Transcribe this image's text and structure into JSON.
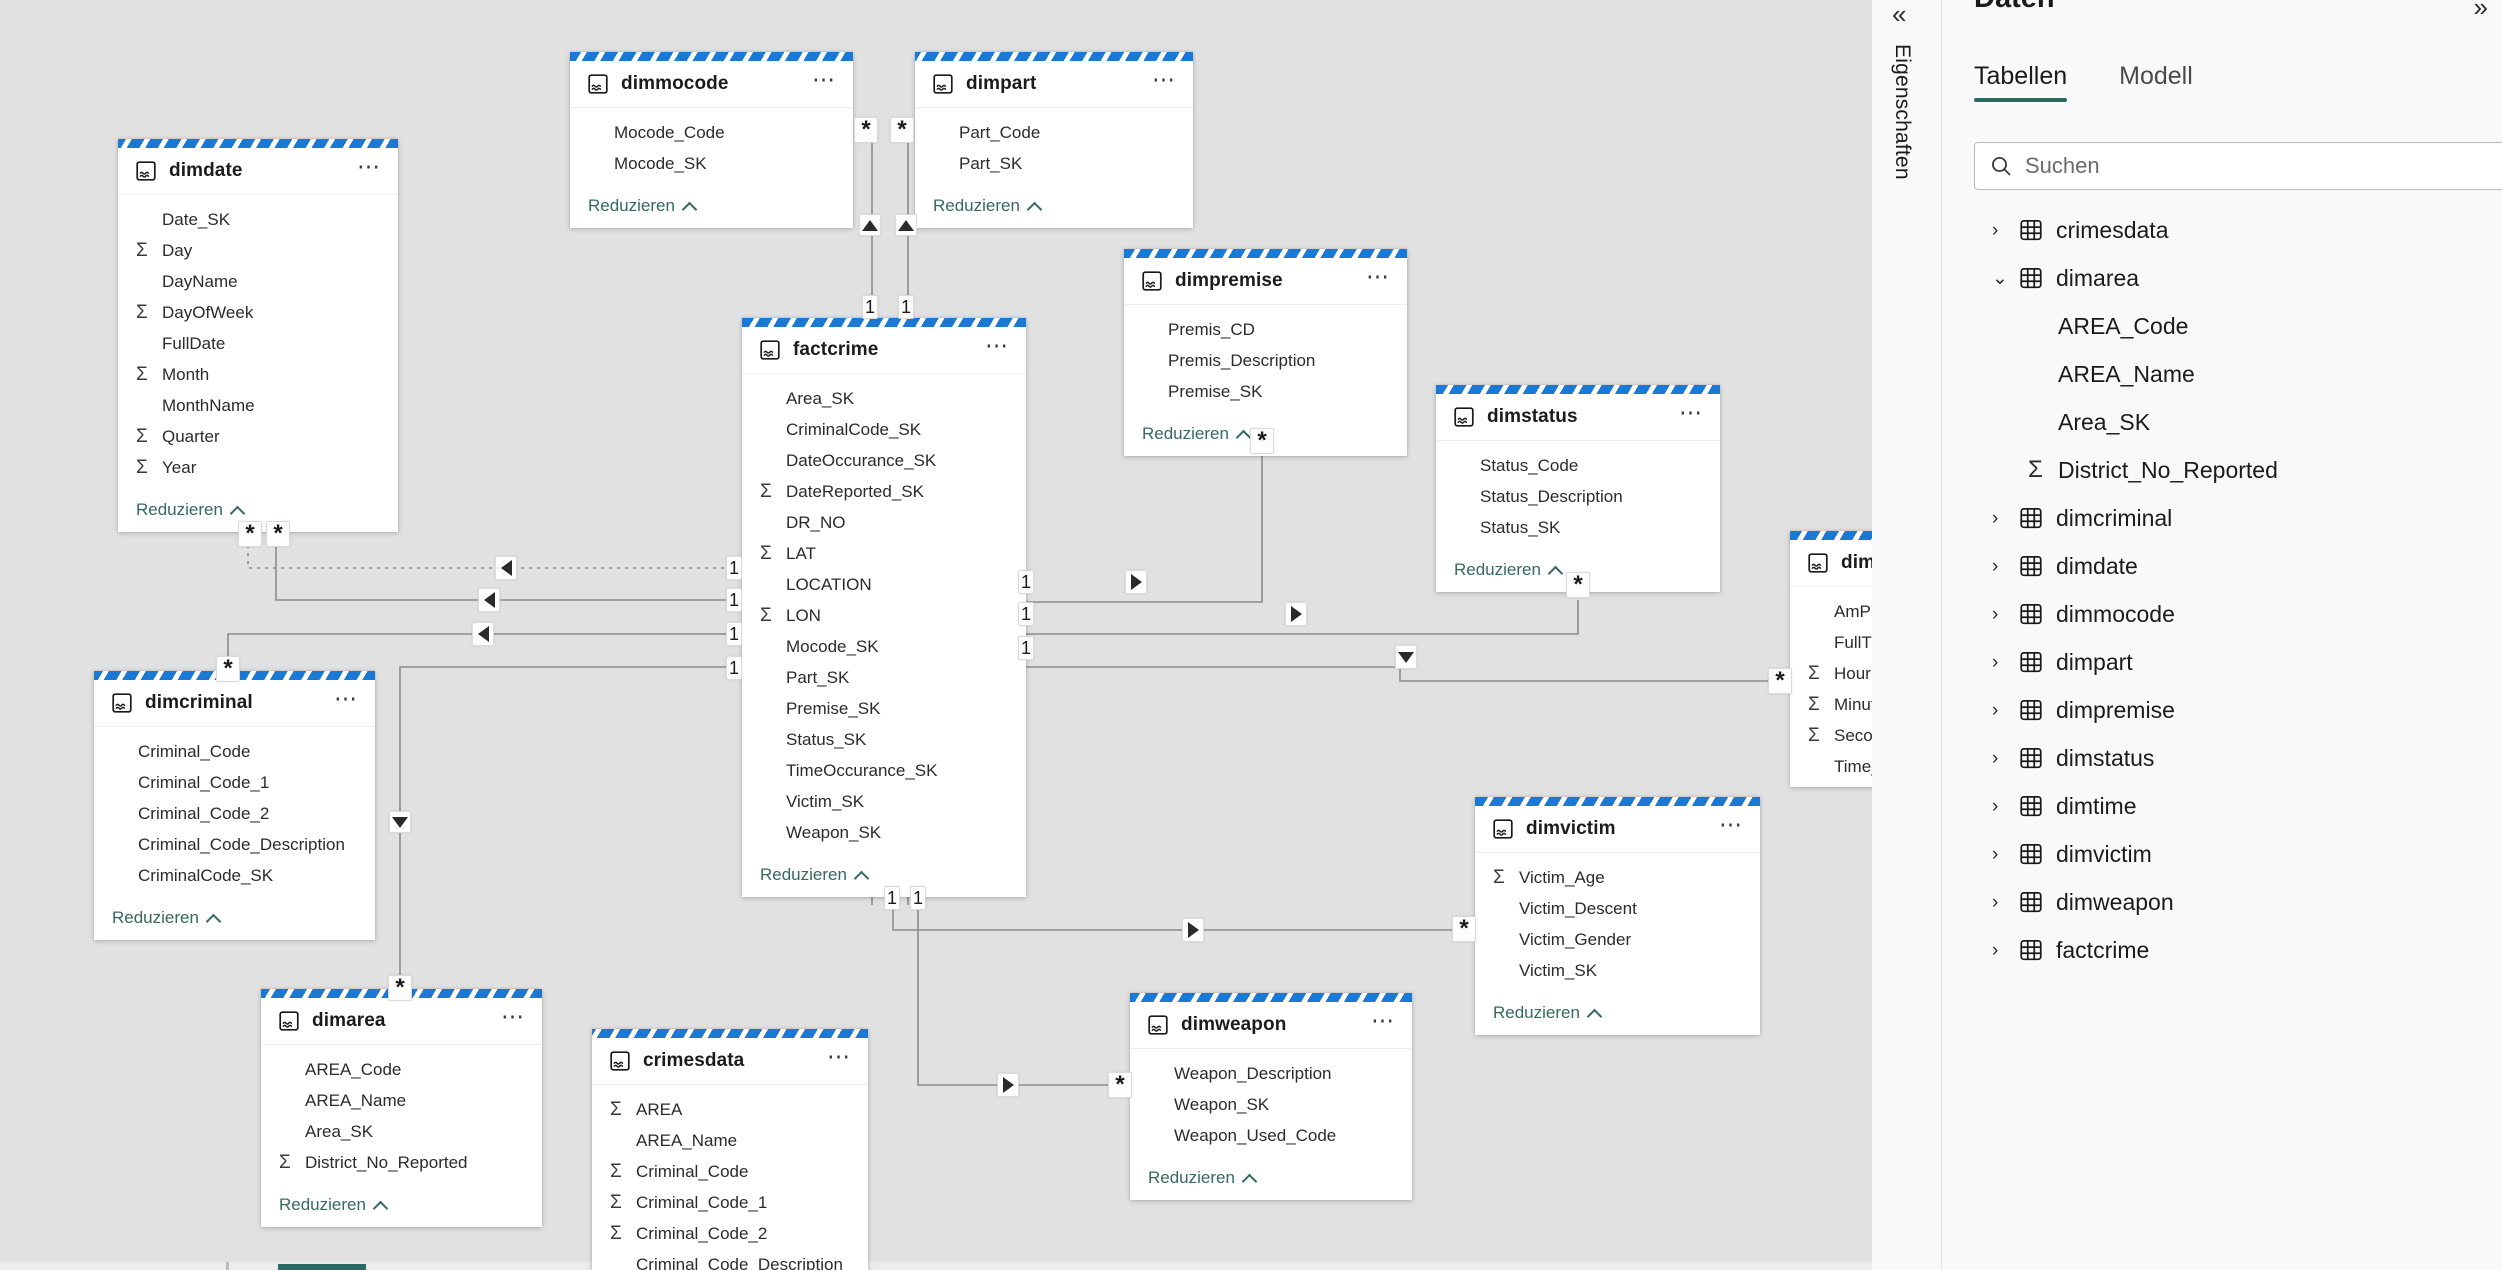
{
  "app": {
    "view": "model-diagram",
    "colors": {
      "accent_teal": "#2b6a62",
      "stripe_blue": "#1b79d6",
      "canvas_bg": "#e1e1e1",
      "pane_bg": "#f9f9f9",
      "link_teal": "#356a5c"
    }
  },
  "canvas": {
    "collapse_label": "Reduzieren",
    "tables": [
      {
        "id": "dimdate",
        "name": "dimdate",
        "fields": [
          {
            "name": "Date_SK",
            "measure": false
          },
          {
            "name": "Day",
            "measure": true
          },
          {
            "name": "DayName",
            "measure": false
          },
          {
            "name": "DayOfWeek",
            "measure": true
          },
          {
            "name": "FullDate",
            "measure": false
          },
          {
            "name": "Month",
            "measure": true
          },
          {
            "name": "MonthName",
            "measure": false
          },
          {
            "name": "Quarter",
            "measure": true
          },
          {
            "name": "Year",
            "measure": true
          }
        ]
      },
      {
        "id": "dimmocode",
        "name": "dimmocode",
        "fields": [
          {
            "name": "Mocode_Code",
            "measure": false
          },
          {
            "name": "Mocode_SK",
            "measure": false
          }
        ]
      },
      {
        "id": "dimpart",
        "name": "dimpart",
        "fields": [
          {
            "name": "Part_Code",
            "measure": false
          },
          {
            "name": "Part_SK",
            "measure": false
          }
        ]
      },
      {
        "id": "dimpremise",
        "name": "dimpremise",
        "fields": [
          {
            "name": "Premis_CD",
            "measure": false
          },
          {
            "name": "Premis_Description",
            "measure": false
          },
          {
            "name": "Premise_SK",
            "measure": false
          }
        ]
      },
      {
        "id": "dimstatus",
        "name": "dimstatus",
        "fields": [
          {
            "name": "Status_Code",
            "measure": false
          },
          {
            "name": "Status_Description",
            "measure": false
          },
          {
            "name": "Status_SK",
            "measure": false
          }
        ]
      },
      {
        "id": "factcrime",
        "name": "factcrime",
        "fields": [
          {
            "name": "Area_SK",
            "measure": false
          },
          {
            "name": "CriminalCode_SK",
            "measure": false
          },
          {
            "name": "DateOccurance_SK",
            "measure": false
          },
          {
            "name": "DateReported_SK",
            "measure": true
          },
          {
            "name": "DR_NO",
            "measure": false
          },
          {
            "name": "LAT",
            "measure": true
          },
          {
            "name": "LOCATION",
            "measure": false
          },
          {
            "name": "LON",
            "measure": true
          },
          {
            "name": "Mocode_SK",
            "measure": false
          },
          {
            "name": "Part_SK",
            "measure": false
          },
          {
            "name": "Premise_SK",
            "measure": false
          },
          {
            "name": "Status_SK",
            "measure": false
          },
          {
            "name": "TimeOccurance_SK",
            "measure": false
          },
          {
            "name": "Victim_SK",
            "measure": false
          },
          {
            "name": "Weapon_SK",
            "measure": false
          }
        ]
      },
      {
        "id": "dimtime",
        "name": "dimtime",
        "clipped": true,
        "fields": [
          {
            "name": "AmPm",
            "measure": false
          },
          {
            "name": "FullTime",
            "measure": false
          },
          {
            "name": "Hour",
            "measure": true
          },
          {
            "name": "Minute",
            "measure": true
          },
          {
            "name": "Second",
            "measure": true
          },
          {
            "name": "Time_SK",
            "measure": false
          }
        ]
      },
      {
        "id": "dimcriminal",
        "name": "dimcriminal",
        "fields": [
          {
            "name": "Criminal_Code",
            "measure": false
          },
          {
            "name": "Criminal_Code_1",
            "measure": false
          },
          {
            "name": "Criminal_Code_2",
            "measure": false
          },
          {
            "name": "Criminal_Code_Description",
            "measure": false
          },
          {
            "name": "CriminalCode_SK",
            "measure": false
          }
        ]
      },
      {
        "id": "dimvictim",
        "name": "dimvictim",
        "fields": [
          {
            "name": "Victim_Age",
            "measure": true
          },
          {
            "name": "Victim_Descent",
            "measure": false
          },
          {
            "name": "Victim_Gender",
            "measure": false
          },
          {
            "name": "Victim_SK",
            "measure": false
          }
        ]
      },
      {
        "id": "dimarea",
        "name": "dimarea",
        "fields": [
          {
            "name": "AREA_Code",
            "measure": false
          },
          {
            "name": "AREA_Name",
            "measure": false
          },
          {
            "name": "Area_SK",
            "measure": false
          },
          {
            "name": "District_No_Reported",
            "measure": true
          }
        ]
      },
      {
        "id": "crimesdata",
        "name": "crimesdata",
        "clipped": true,
        "fields": [
          {
            "name": "AREA",
            "measure": true
          },
          {
            "name": "AREA_Name",
            "measure": false
          },
          {
            "name": "Criminal_Code",
            "measure": true
          },
          {
            "name": "Criminal_Code_1",
            "measure": true
          },
          {
            "name": "Criminal_Code_2",
            "measure": true
          },
          {
            "name": "Criminal_Code_Description",
            "measure": false
          }
        ]
      },
      {
        "id": "dimweapon",
        "name": "dimweapon",
        "fields": [
          {
            "name": "Weapon_Description",
            "measure": false
          },
          {
            "name": "Weapon_SK",
            "measure": false
          },
          {
            "name": "Weapon_Used_Code",
            "measure": false
          }
        ]
      }
    ],
    "cardinality_many": "*",
    "cardinality_one": "1"
  },
  "rightpane": {
    "properties_label": "Eigenschaften",
    "properties_collapse_icon": "«",
    "data_title": "Daten",
    "data_collapse_icon": "»",
    "tabs": [
      {
        "label": "Tabellen",
        "active": true
      },
      {
        "label": "Modell",
        "active": false
      }
    ],
    "search": {
      "placeholder": "Suchen",
      "value": ""
    },
    "tree": [
      {
        "label": "crimesdata",
        "expanded": false,
        "children": []
      },
      {
        "label": "dimarea",
        "expanded": true,
        "children": [
          {
            "label": "AREA_Code",
            "measure": false
          },
          {
            "label": "AREA_Name",
            "measure": false
          },
          {
            "label": "Area_SK",
            "measure": false
          },
          {
            "label": "District_No_Reported",
            "measure": true
          }
        ]
      },
      {
        "label": "dimcriminal",
        "expanded": false,
        "children": []
      },
      {
        "label": "dimdate",
        "expanded": false,
        "children": []
      },
      {
        "label": "dimmocode",
        "expanded": false,
        "children": []
      },
      {
        "label": "dimpart",
        "expanded": false,
        "children": []
      },
      {
        "label": "dimpremise",
        "expanded": false,
        "children": []
      },
      {
        "label": "dimstatus",
        "expanded": false,
        "children": []
      },
      {
        "label": "dimtime",
        "expanded": false,
        "children": []
      },
      {
        "label": "dimvictim",
        "expanded": false,
        "children": []
      },
      {
        "label": "dimweapon",
        "expanded": false,
        "children": []
      },
      {
        "label": "factcrime",
        "expanded": false,
        "children": []
      }
    ]
  }
}
